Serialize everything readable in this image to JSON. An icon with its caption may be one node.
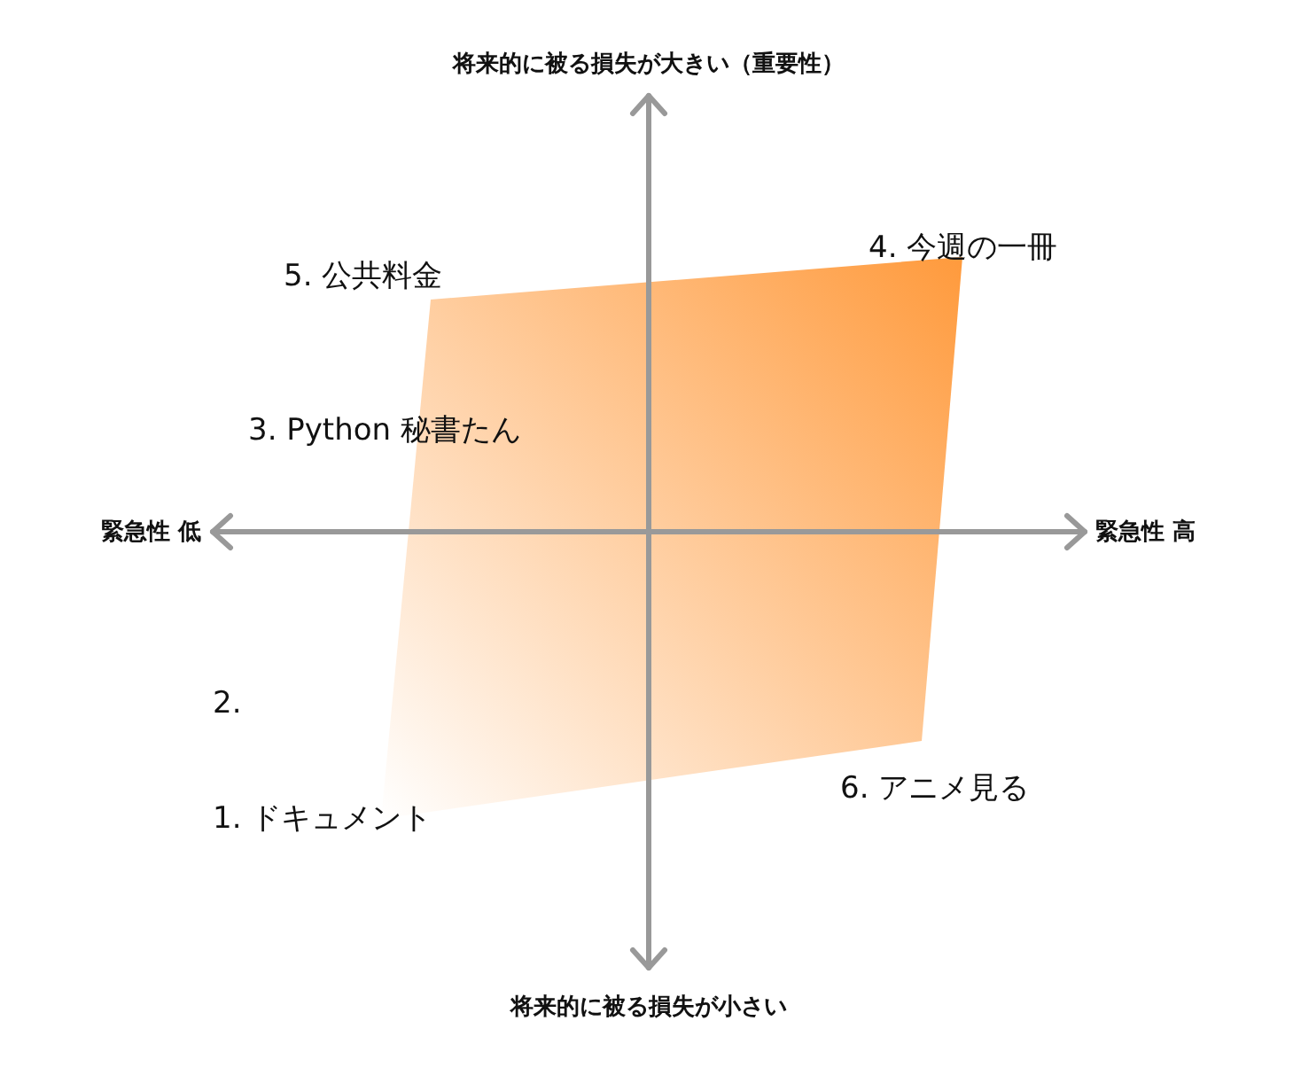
{
  "diagram": {
    "labels": [
      "将来的に被る損失が大きい（重要性）",
      "4. 今週の一冊",
      "5. 公共料金",
      "3. Python 秘書たん",
      "緊急性 低",
      "緊急性 高",
      "2.",
      "6. アニメ見る",
      "1. ドキュメント",
      "将来的に被る損失が小さい"
    ]
  }
}
